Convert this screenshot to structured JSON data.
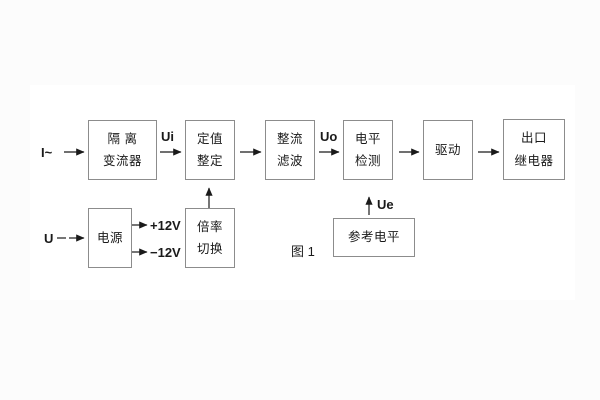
{
  "figure": {
    "caption": "图 1",
    "background_color": "#fcfcfc",
    "panel_color": "#ffffff",
    "line_color": "#1a1a1a",
    "box_border_color": "#8c8c8c"
  },
  "inputs": {
    "current": "I~",
    "voltage": "U"
  },
  "signal_labels": {
    "ui": "Ui",
    "uo": "Uo",
    "ue": "Ue"
  },
  "power_outputs": {
    "positive": "+12V",
    "negative": "−12V"
  },
  "blocks": {
    "isolation_transformer": {
      "line1": "隔 离",
      "line2": "变流器"
    },
    "setpoint_adjust": {
      "line1": "定值",
      "line2": "整定"
    },
    "rectifier_filter": {
      "line1": "整流",
      "line2": "滤波"
    },
    "level_detection": {
      "line1": "电平",
      "line2": "检测"
    },
    "driver": {
      "line1": "驱动"
    },
    "output_relay": {
      "line1": "出口",
      "line2": "继电器"
    },
    "power_supply": {
      "line1": "电源"
    },
    "ratio_switch": {
      "line1": "倍率",
      "line2": "切换"
    },
    "reference_level": {
      "line1": "参考电平"
    }
  }
}
